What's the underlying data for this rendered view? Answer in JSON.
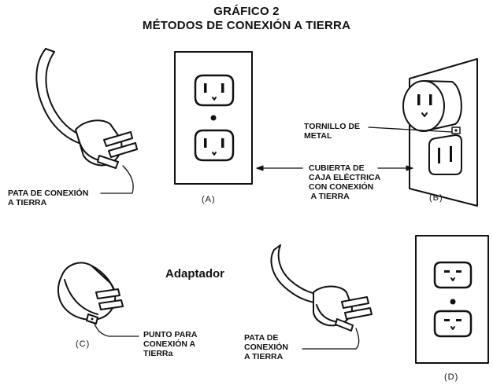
{
  "title_line1": "GRÁFICO 2",
  "title_line2": "MÉTODOS DE CONEXIÓN A TIERRA",
  "labels": {
    "grounding_prong_top": [
      "PATA DE CONEXIÓN",
      "A TIERRA"
    ],
    "metal_screw": [
      "TORNILLO DE",
      "METAL"
    ],
    "grounded_box_cover": [
      "CUBIERTA DE",
      "CAJA ELÉCTRICA",
      "CON CONEXIÓN",
      " A TIERRA"
    ],
    "adapter": "Adaptador",
    "grounding_point": [
      "PUNTO PARA",
      "CONEXIÓN A",
      "TIERRa"
    ],
    "grounding_prong_bottom": [
      "PATA DE",
      "CONEXIÓN",
      "A TIERRA"
    ]
  },
  "captions": {
    "a": "(A)",
    "b": "(B)",
    "c": "(C)",
    "d": "(D)"
  },
  "colors": {
    "ink": "#111111",
    "paper": "#ffffff"
  }
}
